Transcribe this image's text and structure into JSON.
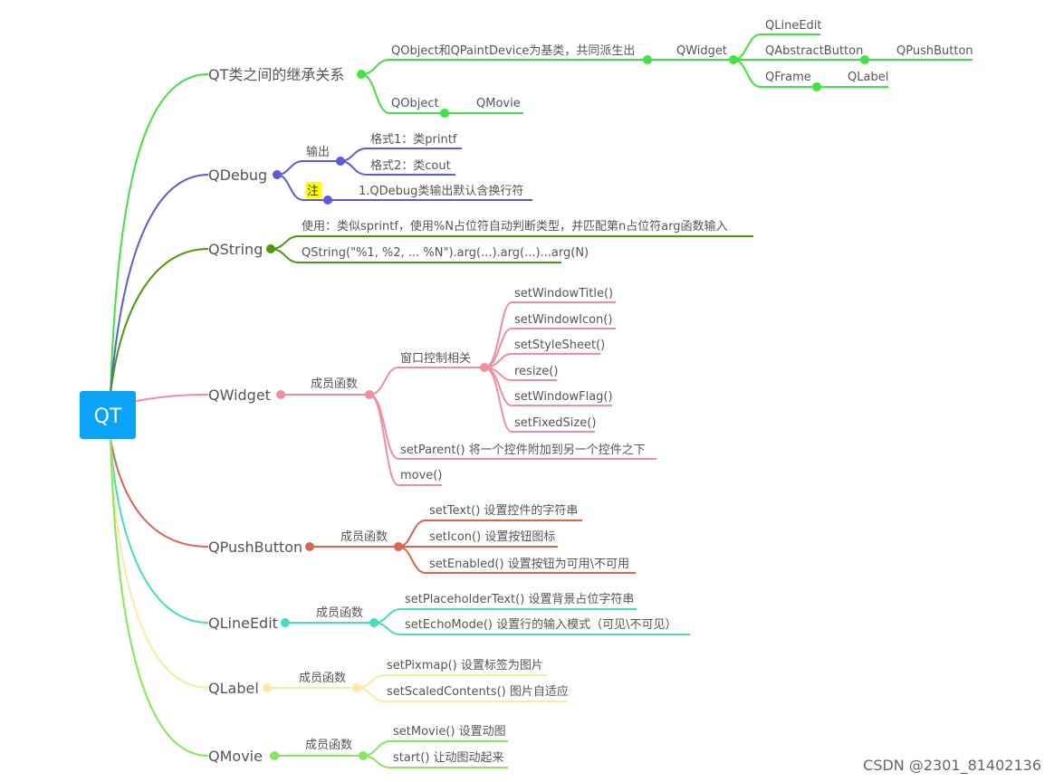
{
  "root": {
    "label": "QT",
    "color": "#0aa3f5"
  },
  "branches": {
    "inheritance": {
      "label": "QT类之间的继承关系",
      "color": "#3ee53e",
      "base": "QObject和QPaintDevice为基类，共同派生出",
      "qwidget": "QWidget",
      "qlineedit": "QLineEdit",
      "qabstractbutton": "QAbstractButton",
      "qpushbutton": "QPushButton",
      "qframe": "QFrame",
      "qlabel": "QLabel",
      "qobject": "QObject",
      "qmovie": "QMovie"
    },
    "qdebug": {
      "label": "QDebug",
      "color": "#5b5bd6",
      "output": "输出",
      "format1": "格式1：类printf",
      "format2": "格式2：类cout",
      "note": "注",
      "note_text": "1.QDebug类输出默认含换行符",
      "note_highlight": "#ffff00"
    },
    "qstring": {
      "label": "QString",
      "color": "#4a9a10",
      "usage": "使用：类似sprintf，使用%N占位符自动判断类型，并匹配第n占位符arg函数输入",
      "example": "QString(\"%1, %2, ... %N\").arg(...).arg(...)...arg(N)"
    },
    "qwidget": {
      "label": "QWidget",
      "color": "#ee8f9f",
      "members": "成员函数",
      "window": "窗口控制相关",
      "setwindowtitle": "setWindowTitle()",
      "setwindowicon": "setWindowIcon()",
      "setstylesheet": "setStyleSheet()",
      "resize": "resize()",
      "setwindowflag": "setWindowFlag()",
      "setfixedsize": "setFixedSize()",
      "setparent": "setParent() 将一个控件附加到另一个控件之下",
      "move": "move()"
    },
    "qpushbutton": {
      "label": "QPushButton",
      "color": "#d9654e",
      "members": "成员函数",
      "settext": "setText() 设置控件的字符串",
      "seticon": "setIcon() 设置按钮图标",
      "setenabled": "setEnabled() 设置按钮为可用\\不可用"
    },
    "qlineedit": {
      "label": "QLineEdit",
      "color": "#45dcc0",
      "members": "成员函数",
      "setplaceholder": "setPlaceholderText() 设置背景占位字符串",
      "setechomode": "setEchoMode() 设置行的输入模式（可见\\不可见）"
    },
    "qlabel": {
      "label": "QLabel",
      "color": "#fde9a4",
      "members": "成员函数",
      "setpixmap": "setPixmap() 设置标签为图片",
      "setscaled": "setScaledContents() 图片自适应"
    },
    "qmovie": {
      "label": "QMovie",
      "color": "#85e85a",
      "members": "成员函数",
      "setmovie": "setMovie() 设置动图",
      "start": "start() 让动图动起来"
    }
  },
  "watermark": "CSDN @2301_81402136"
}
